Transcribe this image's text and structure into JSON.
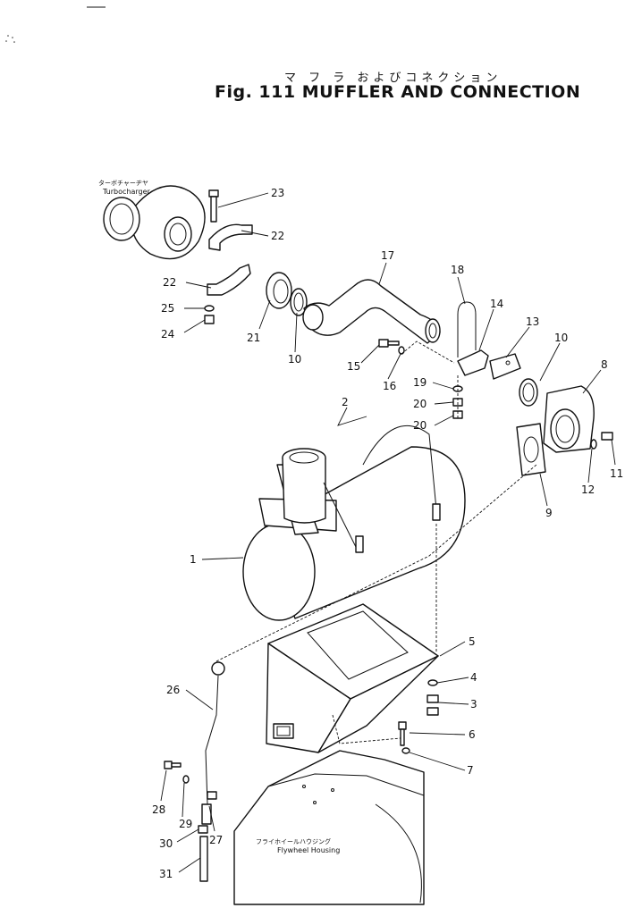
{
  "header": {
    "title_jp": "マ フ ラ およびコネクション",
    "title_en": "Fig. 111 MUFFLER AND CONNECTION"
  },
  "references": {
    "turbocharger_jp": "ターボチャーヂヤ",
    "turbocharger_en": "Turbocharger",
    "flywheel_jp": "フライホイールハウジング",
    "flywheel_en": "Flywheel Housing"
  },
  "callouts": [
    {
      "id": "c23",
      "label": "23"
    },
    {
      "id": "c22a",
      "label": "22"
    },
    {
      "id": "c22b",
      "label": "22"
    },
    {
      "id": "c25",
      "label": "25"
    },
    {
      "id": "c24",
      "label": "24"
    },
    {
      "id": "c21",
      "label": "21"
    },
    {
      "id": "c10a",
      "label": "10"
    },
    {
      "id": "c17",
      "label": "17"
    },
    {
      "id": "c18",
      "label": "18"
    },
    {
      "id": "c14",
      "label": "14"
    },
    {
      "id": "c13",
      "label": "13"
    },
    {
      "id": "c10b",
      "label": "10"
    },
    {
      "id": "c8",
      "label": "8"
    },
    {
      "id": "c15",
      "label": "15"
    },
    {
      "id": "c16",
      "label": "16"
    },
    {
      "id": "c19",
      "label": "19"
    },
    {
      "id": "c20a",
      "label": "20"
    },
    {
      "id": "c20b",
      "label": "20"
    },
    {
      "id": "c2",
      "label": "2"
    },
    {
      "id": "c9",
      "label": "9"
    },
    {
      "id": "c12",
      "label": "12"
    },
    {
      "id": "c11",
      "label": "11"
    },
    {
      "id": "c1",
      "label": "1"
    },
    {
      "id": "c5",
      "label": "5"
    },
    {
      "id": "c4",
      "label": "4"
    },
    {
      "id": "c3",
      "label": "3"
    },
    {
      "id": "c26",
      "label": "26"
    },
    {
      "id": "c6",
      "label": "6"
    },
    {
      "id": "c7",
      "label": "7"
    },
    {
      "id": "c28",
      "label": "28"
    },
    {
      "id": "c29",
      "label": "29"
    },
    {
      "id": "c27",
      "label": "27"
    },
    {
      "id": "c30",
      "label": "30"
    },
    {
      "id": "c31",
      "label": "31"
    }
  ]
}
